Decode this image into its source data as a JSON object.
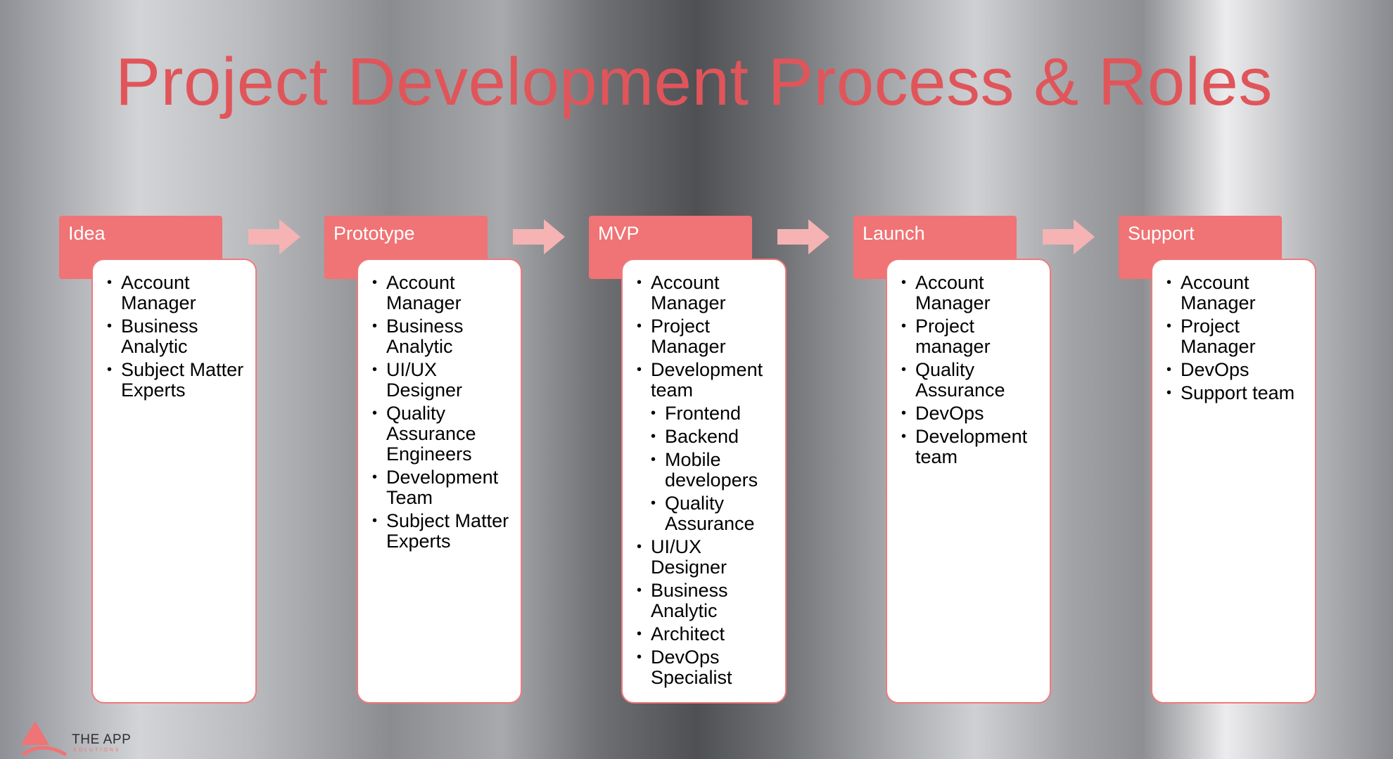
{
  "title": "Project Development Process & Roles",
  "stages": [
    {
      "title": "Idea",
      "roles": [
        {
          "label": "Account Manager",
          "level": 1
        },
        {
          "label": "Business Analytic",
          "level": 1
        },
        {
          "label": "Subject Matter Experts",
          "level": 1
        }
      ]
    },
    {
      "title": "Prototype",
      "roles": [
        {
          "label": "Account Manager",
          "level": 1
        },
        {
          "label": "Business Analytic",
          "level": 1
        },
        {
          "label": "UI/UX Designer",
          "level": 1
        },
        {
          "label": "Quality Assurance Engineers",
          "level": 1
        },
        {
          "label": "Development Team",
          "level": 1
        },
        {
          "label": "Subject Matter Experts",
          "level": 1
        }
      ]
    },
    {
      "title": "MVP",
      "roles": [
        {
          "label": "Account Manager",
          "level": 1
        },
        {
          "label": "Project Manager",
          "level": 1
        },
        {
          "label": "Development team",
          "level": 1
        },
        {
          "label": "Frontend",
          "level": 2
        },
        {
          "label": "Backend",
          "level": 2
        },
        {
          "label": "Mobile developers",
          "level": 2
        },
        {
          "label": "Quality Assurance",
          "level": 2
        },
        {
          "label": "UI/UX Designer",
          "level": 1
        },
        {
          "label": "Business Analytic",
          "level": 1
        },
        {
          "label": "Architect",
          "level": 1
        },
        {
          "label": "DevOps Specialist",
          "level": 1
        }
      ]
    },
    {
      "title": "Launch",
      "roles": [
        {
          "label": "Account Manager",
          "level": 1
        },
        {
          "label": "Project manager",
          "level": 1
        },
        {
          "label": "Quality Assurance",
          "level": 1
        },
        {
          "label": "DevOps",
          "level": 1
        },
        {
          "label": "Development team",
          "level": 1
        }
      ]
    },
    {
      "title": "Support",
      "roles": [
        {
          "label": "Account Manager",
          "level": 1
        },
        {
          "label": "Project Manager",
          "level": 1
        },
        {
          "label": "DevOps",
          "level": 1
        },
        {
          "label": "Support team",
          "level": 1
        }
      ]
    }
  ],
  "logo": {
    "name": "THE APP",
    "subtitle": "SOLUTIONS",
    "icon": "triangle-logo-icon"
  },
  "colors": {
    "accent": "#f07375",
    "title": "#e0555a",
    "arrow": "#f5b3b3",
    "box_border": "#f07a7c"
  }
}
